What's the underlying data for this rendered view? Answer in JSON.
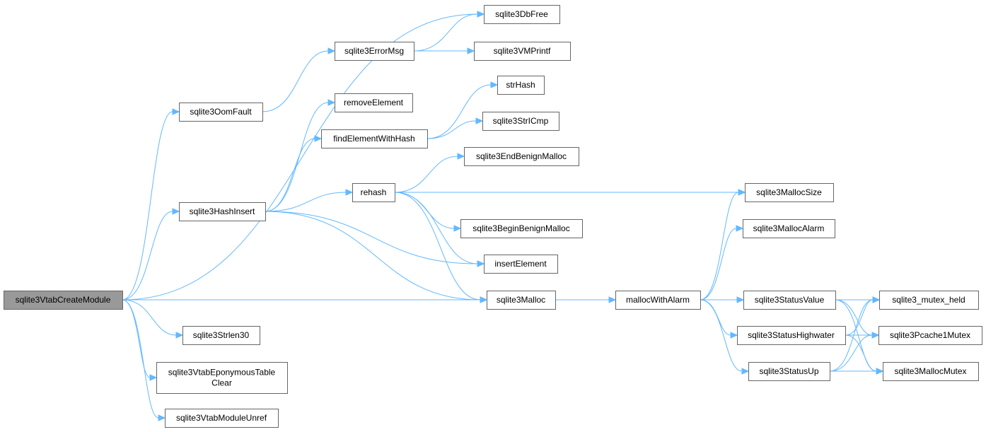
{
  "graph": {
    "type": "call-graph",
    "edge_color": "#63b8ff",
    "node_fill": "#ffffff",
    "root_fill": "#999999",
    "nodes": [
      {
        "id": "n0",
        "label": [
          "sqlite3VtabCreateModule"
        ],
        "root": true
      },
      {
        "id": "n1",
        "label": [
          "sqlite3DbFree"
        ]
      },
      {
        "id": "n2",
        "label": [
          "sqlite3ErrorMsg"
        ]
      },
      {
        "id": "n3",
        "label": [
          "sqlite3VMPrintf"
        ]
      },
      {
        "id": "n4",
        "label": [
          "sqlite3OomFault"
        ]
      },
      {
        "id": "n5",
        "label": [
          "strHash"
        ]
      },
      {
        "id": "n6",
        "label": [
          "removeElement"
        ]
      },
      {
        "id": "n7",
        "label": [
          "findElementWithHash"
        ]
      },
      {
        "id": "n8",
        "label": [
          "sqlite3StrICmp"
        ]
      },
      {
        "id": "n9",
        "label": [
          "sqlite3EndBenignMalloc"
        ]
      },
      {
        "id": "n10",
        "label": [
          "rehash"
        ]
      },
      {
        "id": "n11",
        "label": [
          "sqlite3HashInsert"
        ]
      },
      {
        "id": "n12",
        "label": [
          "sqlite3MallocSize"
        ]
      },
      {
        "id": "n13",
        "label": [
          "sqlite3BeginBenignMalloc"
        ]
      },
      {
        "id": "n14",
        "label": [
          "sqlite3MallocAlarm"
        ]
      },
      {
        "id": "n15",
        "label": [
          "insertElement"
        ]
      },
      {
        "id": "n16",
        "label": [
          "sqlite3Malloc"
        ]
      },
      {
        "id": "n17",
        "label": [
          "mallocWithAlarm"
        ]
      },
      {
        "id": "n18",
        "label": [
          "sqlite3StatusValue"
        ]
      },
      {
        "id": "n19",
        "label": [
          "sqlite3_mutex_held"
        ]
      },
      {
        "id": "n20",
        "label": [
          "sqlite3StatusHighwater"
        ]
      },
      {
        "id": "n21",
        "label": [
          "sqlite3Pcache1Mutex"
        ]
      },
      {
        "id": "n22",
        "label": [
          "sqlite3Strlen30"
        ]
      },
      {
        "id": "n23",
        "label": [
          "sqlite3StatusUp"
        ]
      },
      {
        "id": "n24",
        "label": [
          "sqlite3MallocMutex"
        ]
      },
      {
        "id": "n25",
        "label": [
          "sqlite3VtabEponymousTable",
          "Clear"
        ]
      },
      {
        "id": "n26",
        "label": [
          "sqlite3VtabModuleUnref"
        ]
      }
    ],
    "edges": [
      [
        "n0",
        "n1"
      ],
      [
        "n0",
        "n4"
      ],
      [
        "n0",
        "n11"
      ],
      [
        "n0",
        "n16"
      ],
      [
        "n0",
        "n22"
      ],
      [
        "n0",
        "n25"
      ],
      [
        "n0",
        "n26"
      ],
      [
        "n4",
        "n2"
      ],
      [
        "n2",
        "n1"
      ],
      [
        "n2",
        "n3"
      ],
      [
        "n11",
        "n6"
      ],
      [
        "n11",
        "n7"
      ],
      [
        "n11",
        "n10"
      ],
      [
        "n11",
        "n15"
      ],
      [
        "n11",
        "n16"
      ],
      [
        "n7",
        "n5"
      ],
      [
        "n7",
        "n8"
      ],
      [
        "n10",
        "n9"
      ],
      [
        "n10",
        "n12"
      ],
      [
        "n10",
        "n13"
      ],
      [
        "n10",
        "n15"
      ],
      [
        "n10",
        "n16"
      ],
      [
        "n16",
        "n17"
      ],
      [
        "n17",
        "n12"
      ],
      [
        "n17",
        "n14"
      ],
      [
        "n17",
        "n18"
      ],
      [
        "n17",
        "n19"
      ],
      [
        "n17",
        "n20"
      ],
      [
        "n17",
        "n23"
      ],
      [
        "n18",
        "n19"
      ],
      [
        "n18",
        "n21"
      ],
      [
        "n18",
        "n24"
      ],
      [
        "n20",
        "n19"
      ],
      [
        "n20",
        "n21"
      ],
      [
        "n20",
        "n24"
      ],
      [
        "n23",
        "n19"
      ],
      [
        "n23",
        "n21"
      ],
      [
        "n23",
        "n24"
      ]
    ]
  }
}
